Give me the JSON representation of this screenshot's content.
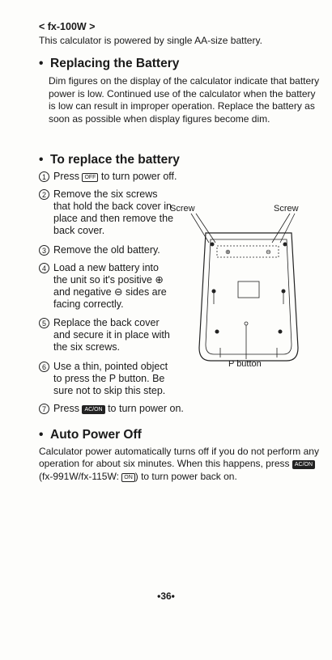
{
  "header": {
    "model": "< fx-100W >",
    "intro": "This calculator is powered by single AA-size battery."
  },
  "section1": {
    "bullet": "•",
    "title": "Replacing the Battery",
    "body": "Dim figures on the display of the calculator indicate that battery power is low. Continued use of the calculator when the battery is low can result in improper operation. Replace the battery as soon as possible when display figures become dim."
  },
  "section2": {
    "bullet": "•",
    "title": "To replace the battery",
    "steps": [
      {
        "num": "1",
        "pre": "Press ",
        "key": "OFF",
        "post": " to turn power off."
      },
      {
        "num": "2",
        "text": "Remove the six screws that hold the back cover in place and then remove the back cover."
      },
      {
        "num": "3",
        "text": "Remove the old battery."
      },
      {
        "num": "4",
        "text": "Load a new battery into the unit so it's positive ⊕ and negative ⊖ sides are facing correctly."
      },
      {
        "num": "5",
        "text": "Replace the back cover and secure it in place with the six screws."
      },
      {
        "num": "6",
        "text": "Use a thin, pointed object to press the P button. Be sure not to skip this step."
      },
      {
        "num": "7",
        "pre": "Press ",
        "key": "AC/ON",
        "post": " to turn power on."
      }
    ]
  },
  "figure": {
    "label_screw_left": "Screw",
    "label_screw_right": "Screw",
    "label_p_button": "P button",
    "icon": "calculator-back-cover-icon"
  },
  "section3": {
    "bullet": "•",
    "title": "Auto Power Off",
    "body_pre": "Calculator power automatically turns off if you do not perform any operation for about six minutes. When this happens, press ",
    "key1": "AC/ON",
    "body_mid": " (fx-991W/fx-115W: ",
    "key2": "ON",
    "body_post": ") to turn power back on."
  },
  "footer": {
    "page": "•36•"
  },
  "colors": {
    "text": "#1a1a1a",
    "background": "#fdfdfb"
  }
}
